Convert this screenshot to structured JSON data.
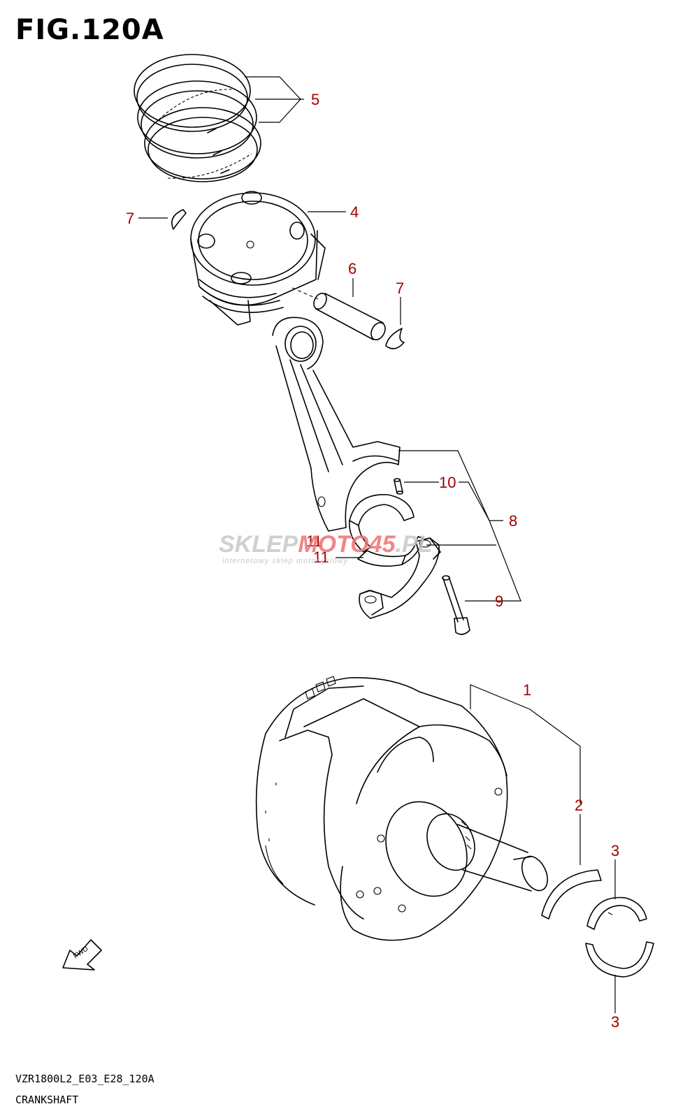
{
  "figure": {
    "title": "FIG.120A",
    "code": "VZR1800L2_E03_E28_120A",
    "description": "CRANKSHAFT"
  },
  "callouts": [
    {
      "id": "1",
      "label": "1"
    },
    {
      "id": "2",
      "label": "2"
    },
    {
      "id": "3a",
      "label": "3"
    },
    {
      "id": "3b",
      "label": "3"
    },
    {
      "id": "4",
      "label": "4"
    },
    {
      "id": "5",
      "label": "5"
    },
    {
      "id": "6",
      "label": "6"
    },
    {
      "id": "7a",
      "label": "7"
    },
    {
      "id": "7b",
      "label": "7"
    },
    {
      "id": "8",
      "label": "8"
    },
    {
      "id": "9",
      "label": "9"
    },
    {
      "id": "10",
      "label": "10"
    },
    {
      "id": "11a",
      "label": "11"
    },
    {
      "id": "11b",
      "label": "11"
    }
  ],
  "fwd_arrow": {
    "label": "FWD"
  },
  "watermark": {
    "part1": "SKLEP",
    "part2": "MOTO",
    "part3": "45",
    "part4": ".PL",
    "tagline": "internetowy sklep motocyklowy"
  },
  "colors": {
    "callout": "#a00000",
    "line": "#000000",
    "watermark_gray": "#c8c8c8",
    "watermark_red": "#f07070"
  }
}
